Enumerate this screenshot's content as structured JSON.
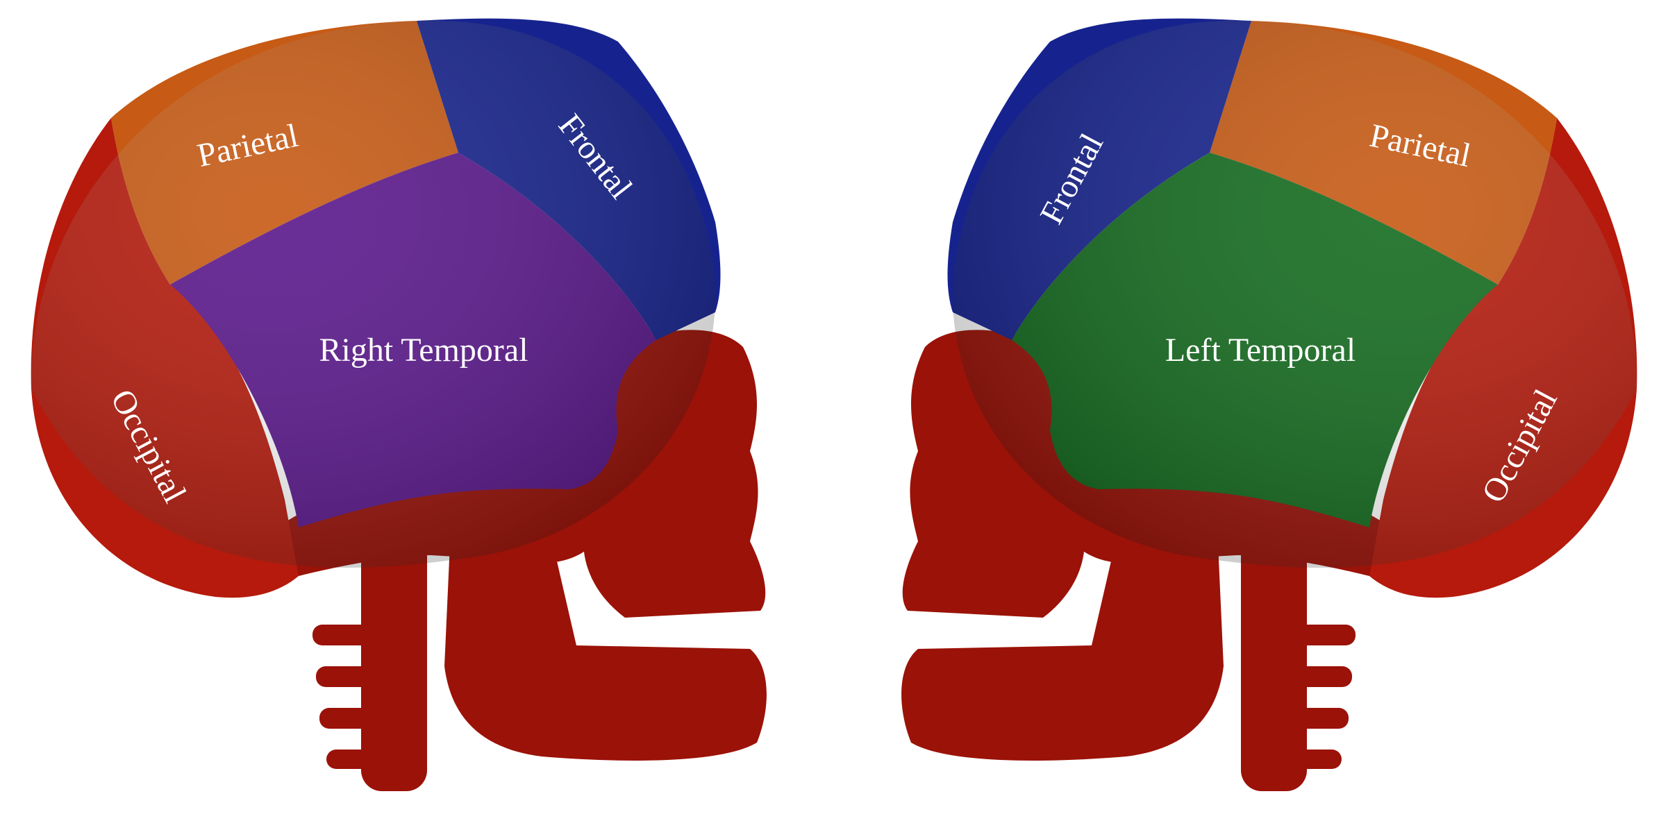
{
  "colors": {
    "bone": "#9b1208",
    "bone_shadow": "#6e0a04",
    "occipital": "#b51a0c",
    "parietal": "#c75a14",
    "frontal": "#16238f",
    "right_temporal": "#5a178c",
    "left_temporal": "#136b1e",
    "label": "#ffffff"
  },
  "left_skull": {
    "parietal_label": "Parietal",
    "frontal_label": "Frontal",
    "temporal_label": "Right Temporal",
    "occipital_label": "Occipital"
  },
  "right_skull": {
    "parietal_label": "Parietal",
    "frontal_label": "Frontal",
    "temporal_label": "Left Temporal",
    "occipital_label": "Occipital"
  }
}
